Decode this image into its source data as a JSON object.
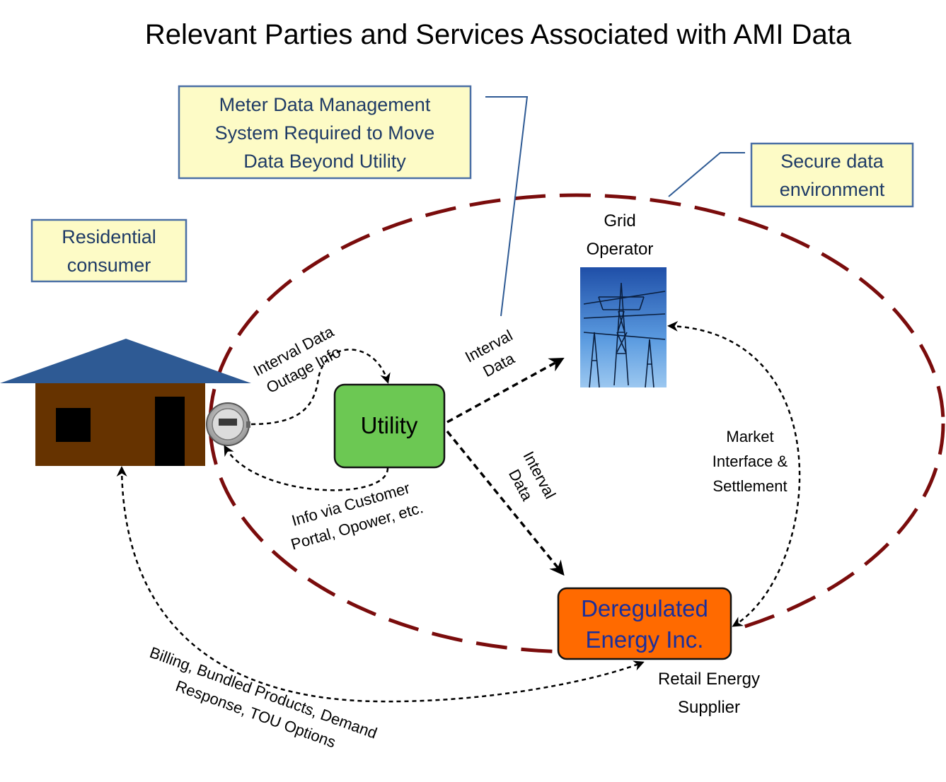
{
  "title": "Relevant Parties and Services Associated with AMI Data",
  "callouts": {
    "mdms": [
      "Meter Data Management",
      "System Required to Move",
      "Data Beyond Utility"
    ],
    "secure_env": [
      "Secure data",
      "environment"
    ],
    "residential": [
      "Residential",
      "consumer"
    ]
  },
  "nodes": {
    "utility": "Utility",
    "grid_operator": [
      "Grid",
      "Operator"
    ],
    "deregulated": [
      "Deregulated",
      "Energy Inc."
    ],
    "retail_supplier": [
      "Retail Energy",
      "Supplier"
    ]
  },
  "flows": {
    "meter_to_utility": [
      "Interval Data",
      "Outage Info"
    ],
    "utility_to_grid": [
      "Interval",
      "Data"
    ],
    "utility_to_deregulated": [
      "Interval",
      "Data"
    ],
    "utility_to_meter": [
      "Info via Customer",
      "Portal, Opower, etc."
    ],
    "grid_deregulated": [
      "Market",
      "Interface &",
      "Settlement"
    ],
    "house_deregulated": [
      "Billing, Bundled Products, Demand",
      "Response, TOU Options"
    ]
  },
  "colors": {
    "secure_boundary": "#7a0c0c",
    "callout_fill": "#fdfbc6",
    "callout_border": "#4a6fa5",
    "callout_text": "#1f3b66",
    "utility_fill": "#6cc853",
    "deregulated_fill": "#ff6a00",
    "deregulated_text": "#1a2f9c",
    "house_wall": "#663300",
    "house_roof": "#2e5a94"
  },
  "icons": [
    "house-icon",
    "electric-meter-icon",
    "power-tower-icon"
  ]
}
